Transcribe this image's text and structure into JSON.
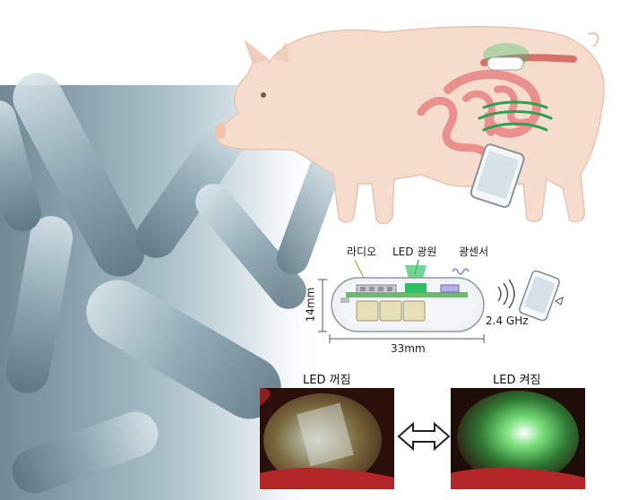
{
  "diagram": {
    "labels": {
      "radio": "라디오",
      "led_source": "LED 광원",
      "light_sensor": "광센서",
      "height": "14mm",
      "length": "33mm",
      "frequency": "2.4 GHz"
    },
    "captions": {
      "led_off": "LED 꺼짐",
      "led_on": "LED 켜짐"
    }
  },
  "colors": {
    "pig_body": "#f6dccd",
    "intestine": "#e9908f",
    "signal_green": "#2fa04e",
    "led_green": "#36c068",
    "bacteria": "#8ea8b4"
  },
  "icons": [
    "pig-illustration",
    "capsule-device",
    "smartphone-icon",
    "wireless-signal-icon",
    "double-arrow-icon"
  ]
}
